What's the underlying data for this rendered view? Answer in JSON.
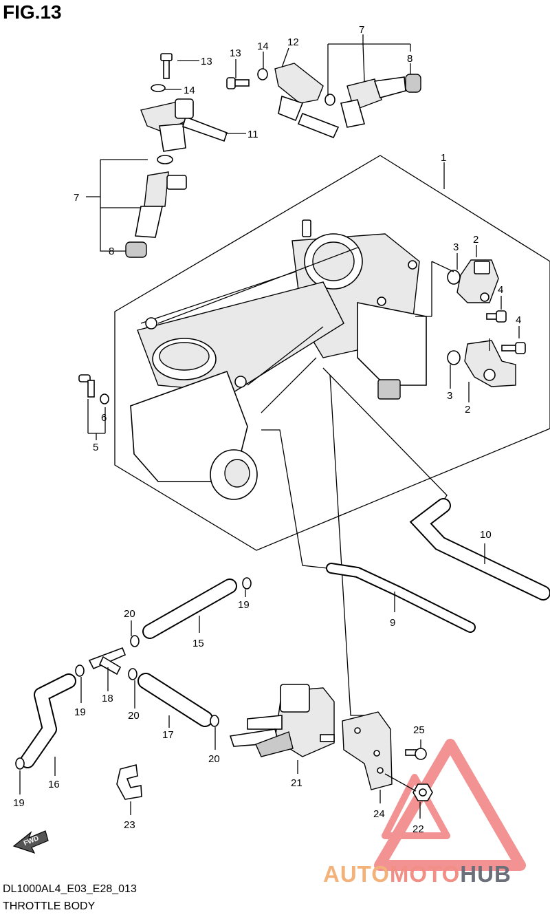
{
  "figure": {
    "title": "FIG.13",
    "code": "DL1000AL4_E03_E28_013",
    "name": "THROTTLE BODY"
  },
  "callouts": [
    {
      "id": "c13a",
      "label": "13"
    },
    {
      "id": "c14a",
      "label": "14"
    },
    {
      "id": "c11",
      "label": "11"
    },
    {
      "id": "c7a",
      "label": "7"
    },
    {
      "id": "c8a",
      "label": "8"
    },
    {
      "id": "c13b",
      "label": "13"
    },
    {
      "id": "c14b",
      "label": "14"
    },
    {
      "id": "c12",
      "label": "12"
    },
    {
      "id": "c7b",
      "label": "7"
    },
    {
      "id": "c8b",
      "label": "8"
    },
    {
      "id": "c1",
      "label": "1"
    },
    {
      "id": "c3a",
      "label": "3"
    },
    {
      "id": "c2a",
      "label": "2"
    },
    {
      "id": "c4a",
      "label": "4"
    },
    {
      "id": "c4b",
      "label": "4"
    },
    {
      "id": "c3b",
      "label": "3"
    },
    {
      "id": "c2b",
      "label": "2"
    },
    {
      "id": "c6",
      "label": "6"
    },
    {
      "id": "c5",
      "label": "5"
    },
    {
      "id": "c10",
      "label": "10"
    },
    {
      "id": "c19a",
      "label": "19"
    },
    {
      "id": "c9",
      "label": "9"
    },
    {
      "id": "c20a",
      "label": "20"
    },
    {
      "id": "c15",
      "label": "15"
    },
    {
      "id": "c18",
      "label": "18"
    },
    {
      "id": "c19b",
      "label": "19"
    },
    {
      "id": "c20b",
      "label": "20"
    },
    {
      "id": "c17",
      "label": "17"
    },
    {
      "id": "c20c",
      "label": "20"
    },
    {
      "id": "c16",
      "label": "16"
    },
    {
      "id": "c19c",
      "label": "19"
    },
    {
      "id": "c21",
      "label": "21"
    },
    {
      "id": "c25",
      "label": "25"
    },
    {
      "id": "c24",
      "label": "24"
    },
    {
      "id": "c22",
      "label": "22"
    },
    {
      "id": "c23",
      "label": "23"
    }
  ],
  "direction_marker": {
    "label": "FWD",
    "icon": "forward-arrow-icon"
  },
  "watermark": {
    "part1": "AUTO",
    "part2": "MOTO",
    "part3": "HUB",
    "colors": {
      "part1": "#f3b27a",
      "part2": "#f18f86",
      "part3": "#6b6f7a",
      "triangle": "#f08080"
    }
  }
}
